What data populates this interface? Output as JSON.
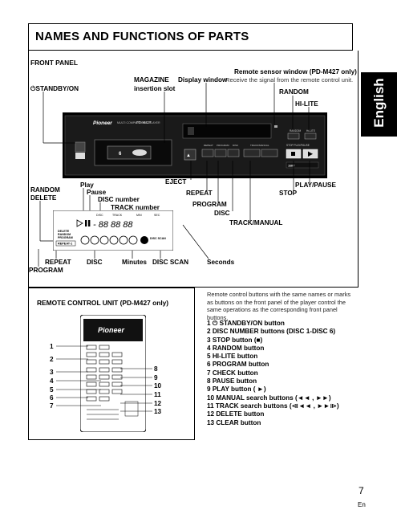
{
  "heading": "NAMES AND FUNCTIONS OF PARTS",
  "side_tab": "English",
  "front_panel": {
    "title": "FRONT PANEL",
    "labels": {
      "standby": "STANDBY/ON",
      "magazine_1": "MAGAZINE",
      "magazine_2": "insertion slot",
      "display_window": "Display window",
      "remote_sensor_title": "Remote sensor window (PD-M427 only)",
      "remote_sensor_desc": "Receive the signal from the remote control unit.",
      "random": "RANDOM",
      "hilite": "HI-LITE",
      "eject": "EJECT",
      "repeat": "REPEAT",
      "program": "PROGRAM",
      "disc": "DISC",
      "track_manual": "TRACK/MANUAL",
      "stop": "STOP",
      "play_pause": "PLAY/PAUSE"
    },
    "device": {
      "brand": "Pioneer",
      "model_caption": "MULTI COMPACT DISC PLAYER",
      "model": "PD-M427",
      "btn_labels": [
        "REPEAT",
        "PROGRAM",
        "DISC",
        "TRACK/MANUAL"
      ],
      "right_labels": [
        "RANDOM",
        "HI-LITE"
      ],
      "stop_play": "STOP   PLAY/PAUSE",
      "emblem": "1BIT"
    }
  },
  "display_detail": {
    "labels": {
      "random_delete_1": "RANDOM",
      "random_delete_2": "DELETE",
      "play": "Play",
      "pause": "Pause",
      "disc_number": "DISC number",
      "track_number": "TRACK number",
      "repeat": "REPEAT",
      "program": "PROGRAM",
      "disc": "DISC",
      "minutes": "Minutes",
      "disc_scan": "DISC SCAN",
      "seconds": "Seconds"
    },
    "lcd": {
      "indicators": [
        "DELETE",
        "RANDOM",
        "PROGRAM"
      ],
      "repeat_ind": "REPEAT-1",
      "headers": [
        "DISC",
        "TRACK",
        "MIN",
        "SEC"
      ],
      "segments": "- 88 88 88",
      "disc_scan": "DISC SCAN"
    }
  },
  "remote": {
    "title": "REMOTE CONTROL UNIT (PD-M427 only)",
    "brand": "Pioneer",
    "left_numbers": [
      "1",
      "2",
      "3",
      "4",
      "5",
      "6",
      "7"
    ],
    "right_numbers": [
      "8",
      "9",
      "10",
      "11",
      "12",
      "13"
    ]
  },
  "remote_desc": "Remote control buttons with the same names or marks as buttons on the front panel of the player control the same operations as the corresponding front panel buttons.",
  "remote_list": [
    "1  ⏻ STANDBY/ON button",
    "2 DISC NUMBER buttons (DISC 1-DISC 6)",
    "3 STOP button (■)",
    "4 RANDOM button",
    "5 HI-LITE button",
    "6 PROGRAM button",
    "7 CHECK button",
    "8 PAUSE button",
    "9  PLAY button ( ►)",
    "10 MANUAL search buttons (◄◄ , ►►)",
    "11 TRACK search buttons (⧏◄◄ , ►►⧐)",
    "12 DELETE button",
    "13 CLEAR button"
  ],
  "page_number": "7",
  "lang_code": "En"
}
